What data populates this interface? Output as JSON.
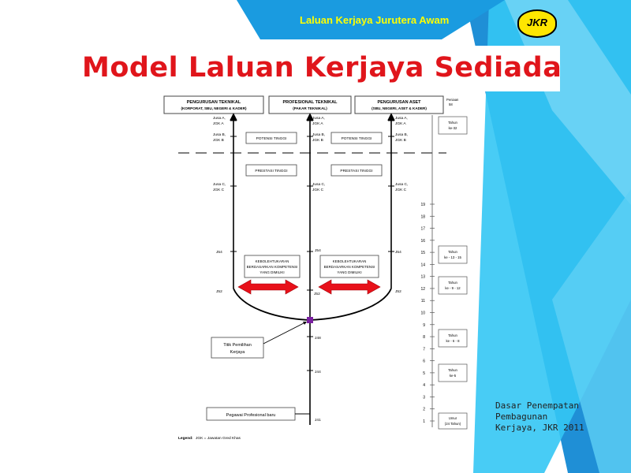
{
  "header": {
    "title": "Laluan Kerjaya Jurutera Awam",
    "logo_text": "JKR"
  },
  "slide_title": "Model Laluan Kerjaya Sediada",
  "colors": {
    "accent_light": "#34c6f4",
    "accent_dark": "#1f8fd6",
    "title_red": "#e0151b",
    "header_yellow": "#ffff00",
    "arrow_red": "#e8111a",
    "junction_purple": "#7b1fa2"
  },
  "diagram": {
    "columns": [
      {
        "title": "PENGURUSAN TEKNIKAL",
        "subtitle": "(KORPORAT, SBU, NEGERI & KADER)"
      },
      {
        "title": "PROFESIONAL TEKNIKAL",
        "subtitle": "(PAKAR TEKNIKAL)"
      },
      {
        "title": "PENGURUSAN ASET",
        "subtitle": "(SBU, NEGERI, ASET & KADER)"
      }
    ],
    "left_grades": [
      {
        "l1": "Jusa A,",
        "l2": "JGK A"
      },
      {
        "l1": "Jusa B,",
        "l2": "JGK B"
      },
      {
        "l1": "Jusa C,",
        "l2": "JGK C"
      },
      {
        "l1": "J54",
        "l2": ""
      },
      {
        "l1": "J52",
        "l2": ""
      }
    ],
    "mid_grades": [
      {
        "l1": "Jusa A,",
        "l2": "JGK A"
      },
      {
        "l1": "Jusa B,",
        "l2": "JGK B"
      },
      {
        "l1": "Jusa C,",
        "l2": "JGK C"
      },
      {
        "l1": "J54",
        "l2": ""
      },
      {
        "l1": "J52",
        "l2": ""
      },
      {
        "l1": "J48",
        "l2": ""
      },
      {
        "l1": "J44",
        "l2": ""
      },
      {
        "l1": "J41",
        "l2": ""
      }
    ],
    "right_grades": [
      {
        "l1": "Jusa A,",
        "l2": "JGK A"
      },
      {
        "l1": "Jusa B,",
        "l2": "JGK B"
      },
      {
        "l1": "Jusa C,",
        "l2": "JGK C"
      },
      {
        "l1": "J54",
        "l2": ""
      },
      {
        "l1": "J52",
        "l2": ""
      }
    ],
    "potensi_tinggi": "POTENSI TINGGI",
    "prestasi_tinggi": "PRESTASI TINGGI",
    "kebolehtukaran": {
      "l1": "KEBOLEHTUKARAN",
      "l2": "BERDASARKAN KOMPETENSI",
      "l3": "YANG DIMILIKI"
    },
    "titik": {
      "l1": "Titik Pemilihan",
      "l2": "Kerjaya"
    },
    "pegawai": "Pegawai Profesional baru",
    "legend": {
      "label": "Legend:",
      "text": "JGK = Jawatan Gred Khas"
    },
    "period": {
      "l1": "Peniaan",
      "l2": "58"
    },
    "year_ticks": [
      "19",
      "18",
      "17",
      "16",
      "15",
      "14",
      "13",
      "12",
      "11",
      "10",
      "9",
      "8",
      "7",
      "6",
      "5",
      "4",
      "3",
      "2",
      "1"
    ],
    "year_boxes": [
      {
        "l1": "Tahun",
        "l2": "ke-32"
      },
      {
        "l1": "Tahun",
        "l2": "ke - 13 - 15"
      },
      {
        "l1": "Tahun",
        "l2": "ke - 9 - 12"
      },
      {
        "l1": "Tahun",
        "l2": "ke - 6 - 8"
      },
      {
        "l1": "Tahun",
        "l2": "ke-5"
      },
      {
        "l1": "Umur",
        "l2": "(24 Tahun)"
      }
    ]
  },
  "note": {
    "line1": "Dasar Penempatan",
    "line2": "Pembagunan",
    "line3": "Kerjaya,  JKR 2011"
  }
}
